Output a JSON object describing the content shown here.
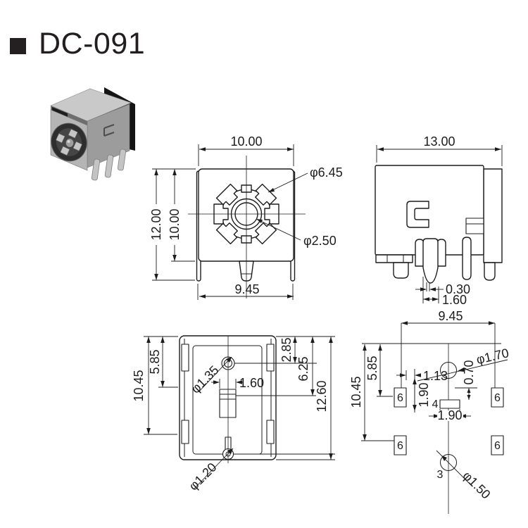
{
  "title": "DC-091",
  "front": {
    "top_width": "10.00",
    "total_height": "12.00",
    "body_height": "10.00",
    "bottom_width": "9.45",
    "barrel_dia": "φ6.45",
    "pin_dia": "φ2.50"
  },
  "side": {
    "depth": "13.00",
    "pin_gap": "0.30",
    "pin_width": "1.60"
  },
  "bottom": {
    "total_height": "10.45",
    "upper_height": "5.85",
    "hole_top_dia": "φ1.35",
    "slot_width": "1.60",
    "top_offset": "2.85",
    "mid_offset": "6.25",
    "overall_height": "12.60",
    "hole_bottom_dia": "φ1.20"
  },
  "pcb": {
    "width": "9.45",
    "total_height": "10.45",
    "upper_height": "5.85",
    "hole_top_dia": "φ1.70",
    "x_offset": "1.13",
    "y_offset": "0.70",
    "pitch": "1.90",
    "slot_width": "1.90",
    "pad_label": "6",
    "slot_label": "4",
    "hole_label": "3",
    "hole_bottom_dia": "φ1.50"
  }
}
